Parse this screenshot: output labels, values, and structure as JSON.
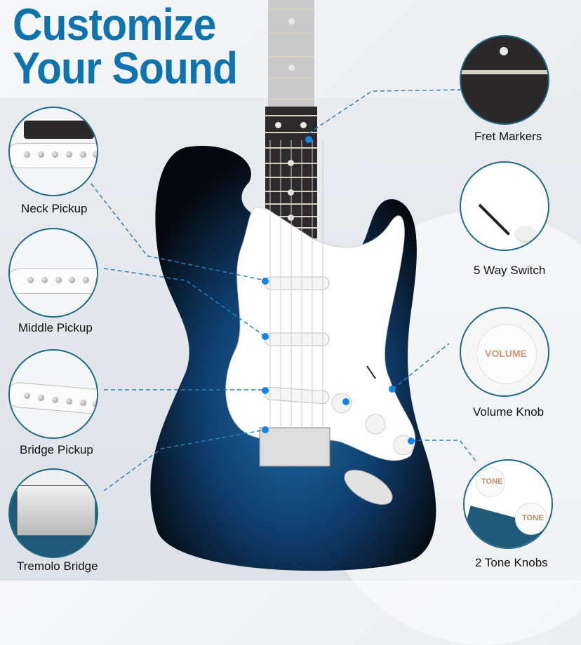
{
  "header": {
    "title_line1": "Customize",
    "title_line2": "Your Sound",
    "title_color": "#0f74ad"
  },
  "features_left": [
    {
      "label": "Neck Pickup"
    },
    {
      "label": "Middle Pickup"
    },
    {
      "label": "Bridge Pickup"
    },
    {
      "label": "Tremolo Bridge"
    }
  ],
  "features_right": [
    {
      "label": "Fret Markers"
    },
    {
      "label": "5 Way Switch"
    },
    {
      "label": "Volume Knob",
      "knob_text": "VOLUME"
    },
    {
      "label": "2 Tone Knobs",
      "knob_text": "TONE"
    }
  ],
  "colors": {
    "callout_dot": "#1583e6",
    "circle_border": "#1d6b86",
    "body_finish": "#0d2d4d"
  }
}
